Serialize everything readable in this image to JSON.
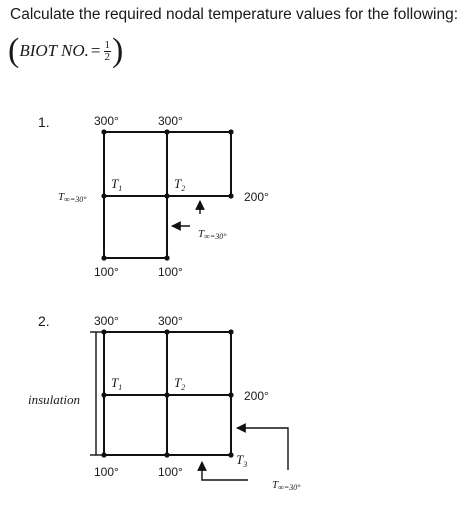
{
  "question": {
    "instruction": "Calculate the required nodal temperature values for the following:",
    "biot_label": "BIOT NO.",
    "biot_equals": "=",
    "biot_numerator": "1",
    "biot_denominator": "2"
  },
  "problem1": {
    "number": "1.",
    "top_left_temp": "300°",
    "top_right_temp": "300°",
    "bottom_left_temp": "100°",
    "bottom_right_temp": "100°",
    "right_temp": "200°",
    "node_a": "T",
    "node_a_sub": "1",
    "node_b": "T",
    "node_b_sub": "2",
    "left_ambient": "T",
    "left_ambient_sub": "∞=30°",
    "ambient": "T",
    "ambient_sub": "∞=30°"
  },
  "problem2": {
    "number": "2.",
    "top_left_temp": "300°",
    "top_right_temp": "300°",
    "bottom_left_temp": "100°",
    "bottom_right_temp": "100°",
    "right_temp": "200°",
    "node_a": "T",
    "node_a_sub": "1",
    "node_b": "T",
    "node_b_sub": "2",
    "node_c": "T",
    "node_c_sub": "3",
    "insulation_label": "insulation",
    "ambient": "T",
    "ambient_sub": "∞=30°"
  }
}
